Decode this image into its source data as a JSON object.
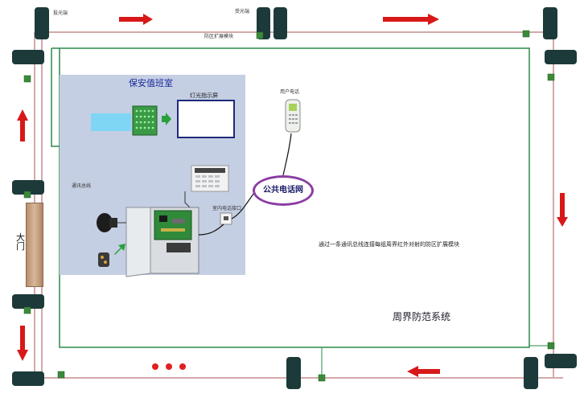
{
  "labels": {
    "emitter": "投光端",
    "receiver": "受光端",
    "module": "防区扩展模块",
    "room_title": "保安值班室",
    "light_panel": "灯光指示屏",
    "user_phone": "用户电话",
    "public_network": "公共电话网",
    "indoor_port": "室内电话接口",
    "bus_line": "通讯总线",
    "gate": "大门",
    "description": "通过一条通讯总线连接每组周界红外对射的防区扩展模块",
    "system_name": "周界防范系统",
    "ellipsis": "•••"
  },
  "colors": {
    "perimeter_line": "#d4a9a9",
    "bus_line": "#2b8a4a",
    "arrow": "#d81818",
    "room_bg": "#c5cfe3",
    "bubble_border": "#8a3da3"
  },
  "icons": [
    "infrared-beam-sensor",
    "expansion-module",
    "display-screen",
    "keypad",
    "alarm-host",
    "siren",
    "remote-control",
    "cordless-phone",
    "phone-jack",
    "green-arrow"
  ]
}
